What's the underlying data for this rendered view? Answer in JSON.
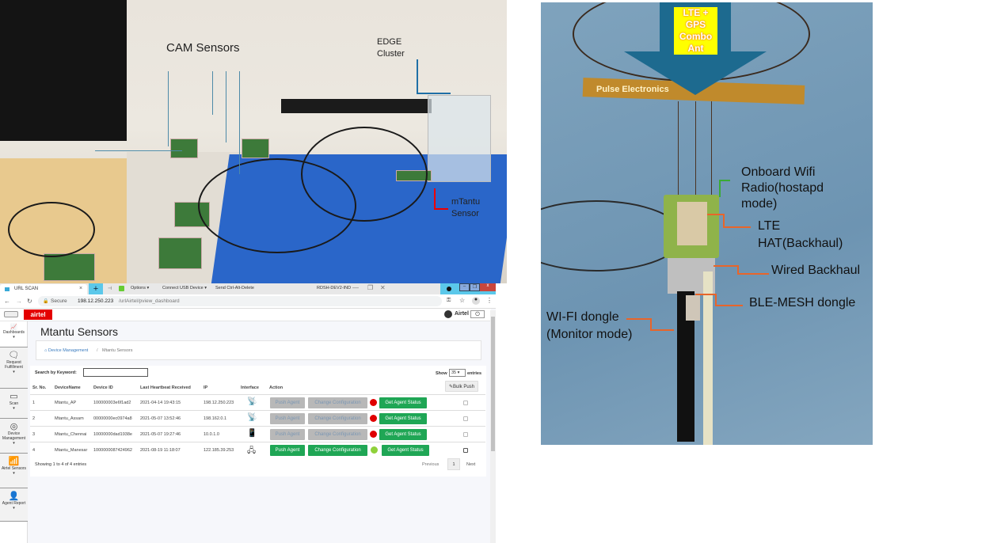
{
  "photo_left": {
    "labels": {
      "cam": "CAM Sensors",
      "edge": "EDGE\nCluster",
      "edge_l1": "EDGE",
      "edge_l2": "Cluster",
      "mtantu_l1": "mTantu",
      "mtantu_l2": "Sensor"
    }
  },
  "photo_right": {
    "arrow_l1": "LTE +",
    "arrow_l2": "GPS",
    "arrow_l3": "Combo",
    "arrow_l4": "Ant",
    "antenna_brand": "Pulse Electronics",
    "labels": {
      "wifi_l1": "Onboard Wifi",
      "wifi_l2": "Radio(hostapd",
      "wifi_l3": "mode)",
      "lte_l1": "LTE",
      "lte_l2": "HAT(Backhaul)",
      "wired": "Wired Backhaul",
      "ble": "BLE-MESH dongle",
      "dongle_l1": "WI-FI dongle",
      "dongle_l2": "(Monitor mode)"
    }
  },
  "browser": {
    "tab_title": "URL SCAN",
    "toolbar": {
      "options": "Options ▾",
      "usb": "Connect USB Device ▾",
      "cad": "Send Ctrl-Alt-Delete"
    },
    "window_title": "RDSH-DEV2-IND",
    "secure": "Secure",
    "url_host": "198.12.250.223",
    "url_path": "/urlAirtel/pview_dashboard"
  },
  "app": {
    "logo": "airtel",
    "user": "Airtel",
    "sidebar": [
      {
        "label": "Dashboards",
        "icon": "chart-icon"
      },
      {
        "label": "Request Fulfillment",
        "icon": "request-icon"
      },
      {
        "label": "Scan",
        "icon": "scan-icon"
      },
      {
        "label": "Device Management",
        "icon": "device-icon"
      },
      {
        "label": "Airtel Sensors",
        "icon": "sensor-icon"
      },
      {
        "label": "Agent Report",
        "icon": "agent-icon"
      }
    ],
    "page_title": "Mtantu Sensors",
    "breadcrumb": {
      "parent": "Device Management",
      "sep": "/",
      "current": "Mtantu Sensors"
    },
    "search_label": "Search by Keyword:",
    "search_value": "",
    "show_label": "Show",
    "show_value": "35",
    "entries_label": "entries",
    "bulk_push": "Bulk Push",
    "columns": [
      "Sr. No.",
      "DeviceName",
      "Device ID",
      "Last Heartbeat Received",
      "IP",
      "Interface",
      "Action"
    ],
    "rows": [
      {
        "sr": "1",
        "name": "Mtantu_AP",
        "id": "100000003e6f1ad2",
        "hb": "2021-04-14 19:43:15",
        "ip": "198.12.250.223",
        "iface": "router-icon",
        "enabled": false,
        "status": "red"
      },
      {
        "sr": "2",
        "name": "Mtantu_Assam",
        "id": "00000000ec0974a8",
        "hb": "2021-05-07 13:52:46",
        "ip": "198.162.0.1",
        "iface": "router-icon",
        "enabled": false,
        "status": "red"
      },
      {
        "sr": "3",
        "name": "Mtantu_Chennai",
        "id": "10000000dad1938e",
        "hb": "2021-05-07 19:27:46",
        "ip": "10.0.1.0",
        "iface": "mobile-wifi-icon",
        "enabled": false,
        "status": "red"
      },
      {
        "sr": "4",
        "name": "Mtantu_Manesar",
        "id": "1000000087424962",
        "hb": "2021-08-19 11:18:07",
        "ip": "122.185.39.253",
        "iface": "ethernet-icon",
        "enabled": true,
        "status": "green"
      }
    ],
    "actions": {
      "push": "Push Agent",
      "config": "Change Configuration",
      "status": "Get Agent Status"
    },
    "footer": {
      "showing": "Showing 1 to 4 of 4 entries",
      "prev": "Previous",
      "page": "1",
      "next": "Next"
    },
    "colors": {
      "green": "#1fa655",
      "red": "#e00000",
      "lime": "#8fd13a",
      "airtel": "#e40000"
    }
  }
}
